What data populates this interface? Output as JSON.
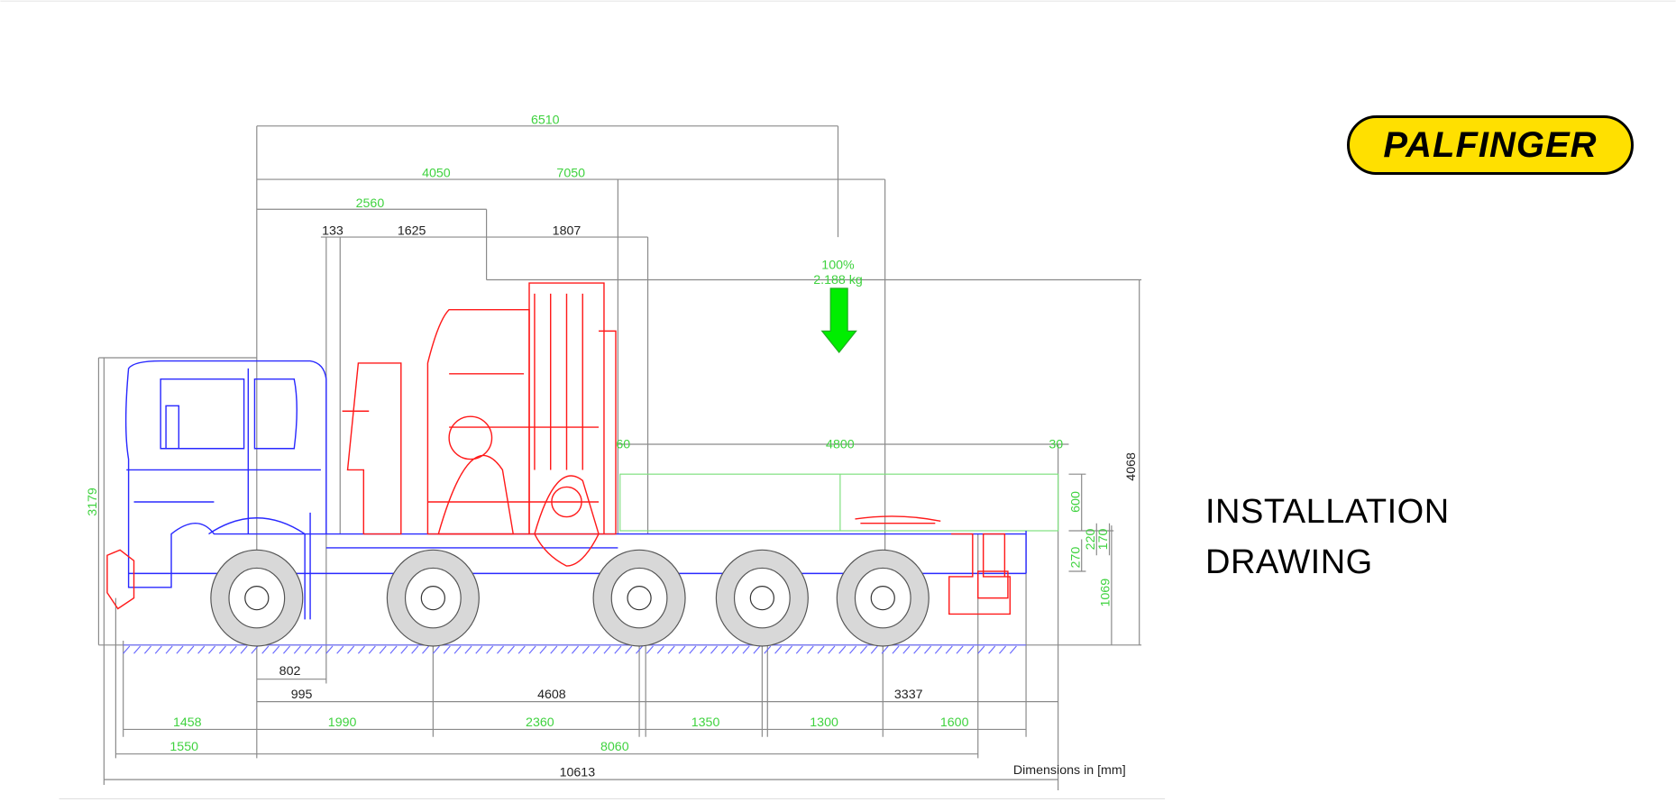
{
  "logo": {
    "text": "PALFINGER",
    "bg_color": "#ffe000"
  },
  "title": {
    "line1": "INSTALLATION",
    "line2": "DRAWING"
  },
  "load": {
    "percent": "100%",
    "weight": "2.188 kg"
  },
  "units_note": "Dimensions in [mm]",
  "dims": {
    "d6510": "6510",
    "d4050": "4050",
    "d7050": "7050",
    "d2560": "2560",
    "d133": "133",
    "d1625": "1625",
    "d1807": "1807",
    "d60": "60",
    "d4800": "4800",
    "d30": "30",
    "d3179": "3179",
    "d4068": "4068",
    "d600": "600",
    "d220": "220",
    "d170": "170",
    "d270": "270",
    "d1069": "1069",
    "d802": "802",
    "d995": "995",
    "d4608": "4608",
    "d3337": "3337",
    "d1458": "1458",
    "d1990": "1990",
    "d2360": "2360",
    "d1350": "1350",
    "d1300": "1300",
    "d1600": "1600",
    "d1550": "1550",
    "d8060": "8060",
    "d10613": "10613"
  },
  "colors": {
    "truck": "#2a2aff",
    "crane": "#ff1a1a",
    "dimension_green": "#3fd23f",
    "load_arrow": "#00ee00"
  }
}
